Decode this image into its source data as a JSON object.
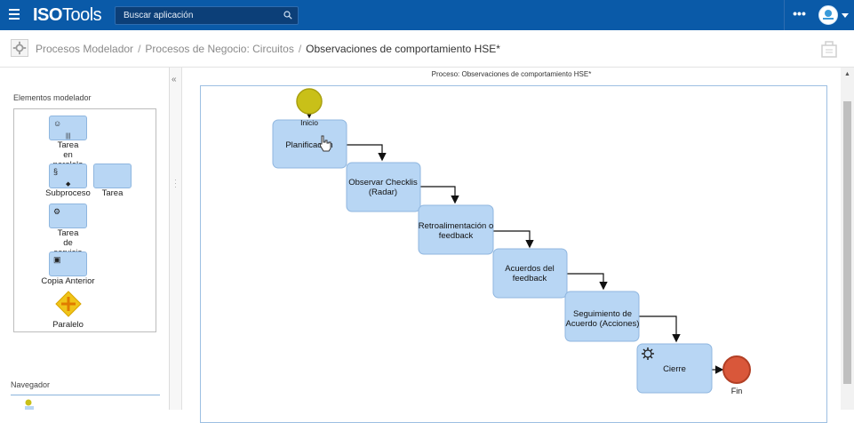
{
  "app": {
    "name_bold": "ISO",
    "name_light": "Tools"
  },
  "search": {
    "placeholder": "Buscar aplicación"
  },
  "header": {
    "more_label": "•••"
  },
  "breadcrumb": {
    "items": [
      "Procesos Modelador",
      "Procesos de Negocio: Circuitos"
    ],
    "current": "Observaciones de comportamiento HSE*"
  },
  "palette": {
    "title": "Elementos modelador",
    "items": [
      {
        "label_1": "Tarea",
        "label_2": "en paralelo"
      },
      {
        "label_1": "Subproceso"
      },
      {
        "label_1": "Tarea"
      },
      {
        "label_1": "Tarea",
        "label_2": "de servicio"
      },
      {
        "label_1": "Copia Anterior"
      },
      {
        "label_1": "Paralelo"
      }
    ]
  },
  "navigator": {
    "title": "Navegador"
  },
  "diagram": {
    "process_title": "Proceso: Observaciones de comportamiento HSE*",
    "start_label": "Inicio",
    "end_label": "Fin",
    "tasks": [
      {
        "line1": "Planificación",
        "line2": ""
      },
      {
        "line1": "Observar Checklis",
        "line2": "(Radar)"
      },
      {
        "line1": "Retroalimentación o",
        "line2": "feedback"
      },
      {
        "line1": "Acuerdos del",
        "line2": "feedback"
      },
      {
        "line1": "Seguimiento de",
        "line2": "Acuerdo (Acciones)"
      },
      {
        "line1": "Cierre",
        "line2": ""
      }
    ]
  },
  "colors": {
    "topbar": "#0a5aa8",
    "task_fill": "#b8d6f4",
    "task_stroke": "#8fb6df",
    "start_event": "#c9c018",
    "end_event": "#d9573a",
    "gateway": "#f0c419"
  },
  "icons": [
    "menu-icon",
    "search-icon",
    "more-icon",
    "avatar",
    "chevron-down-icon",
    "gear-icon",
    "collapse-left-icon",
    "cursor-hand-icon"
  ]
}
